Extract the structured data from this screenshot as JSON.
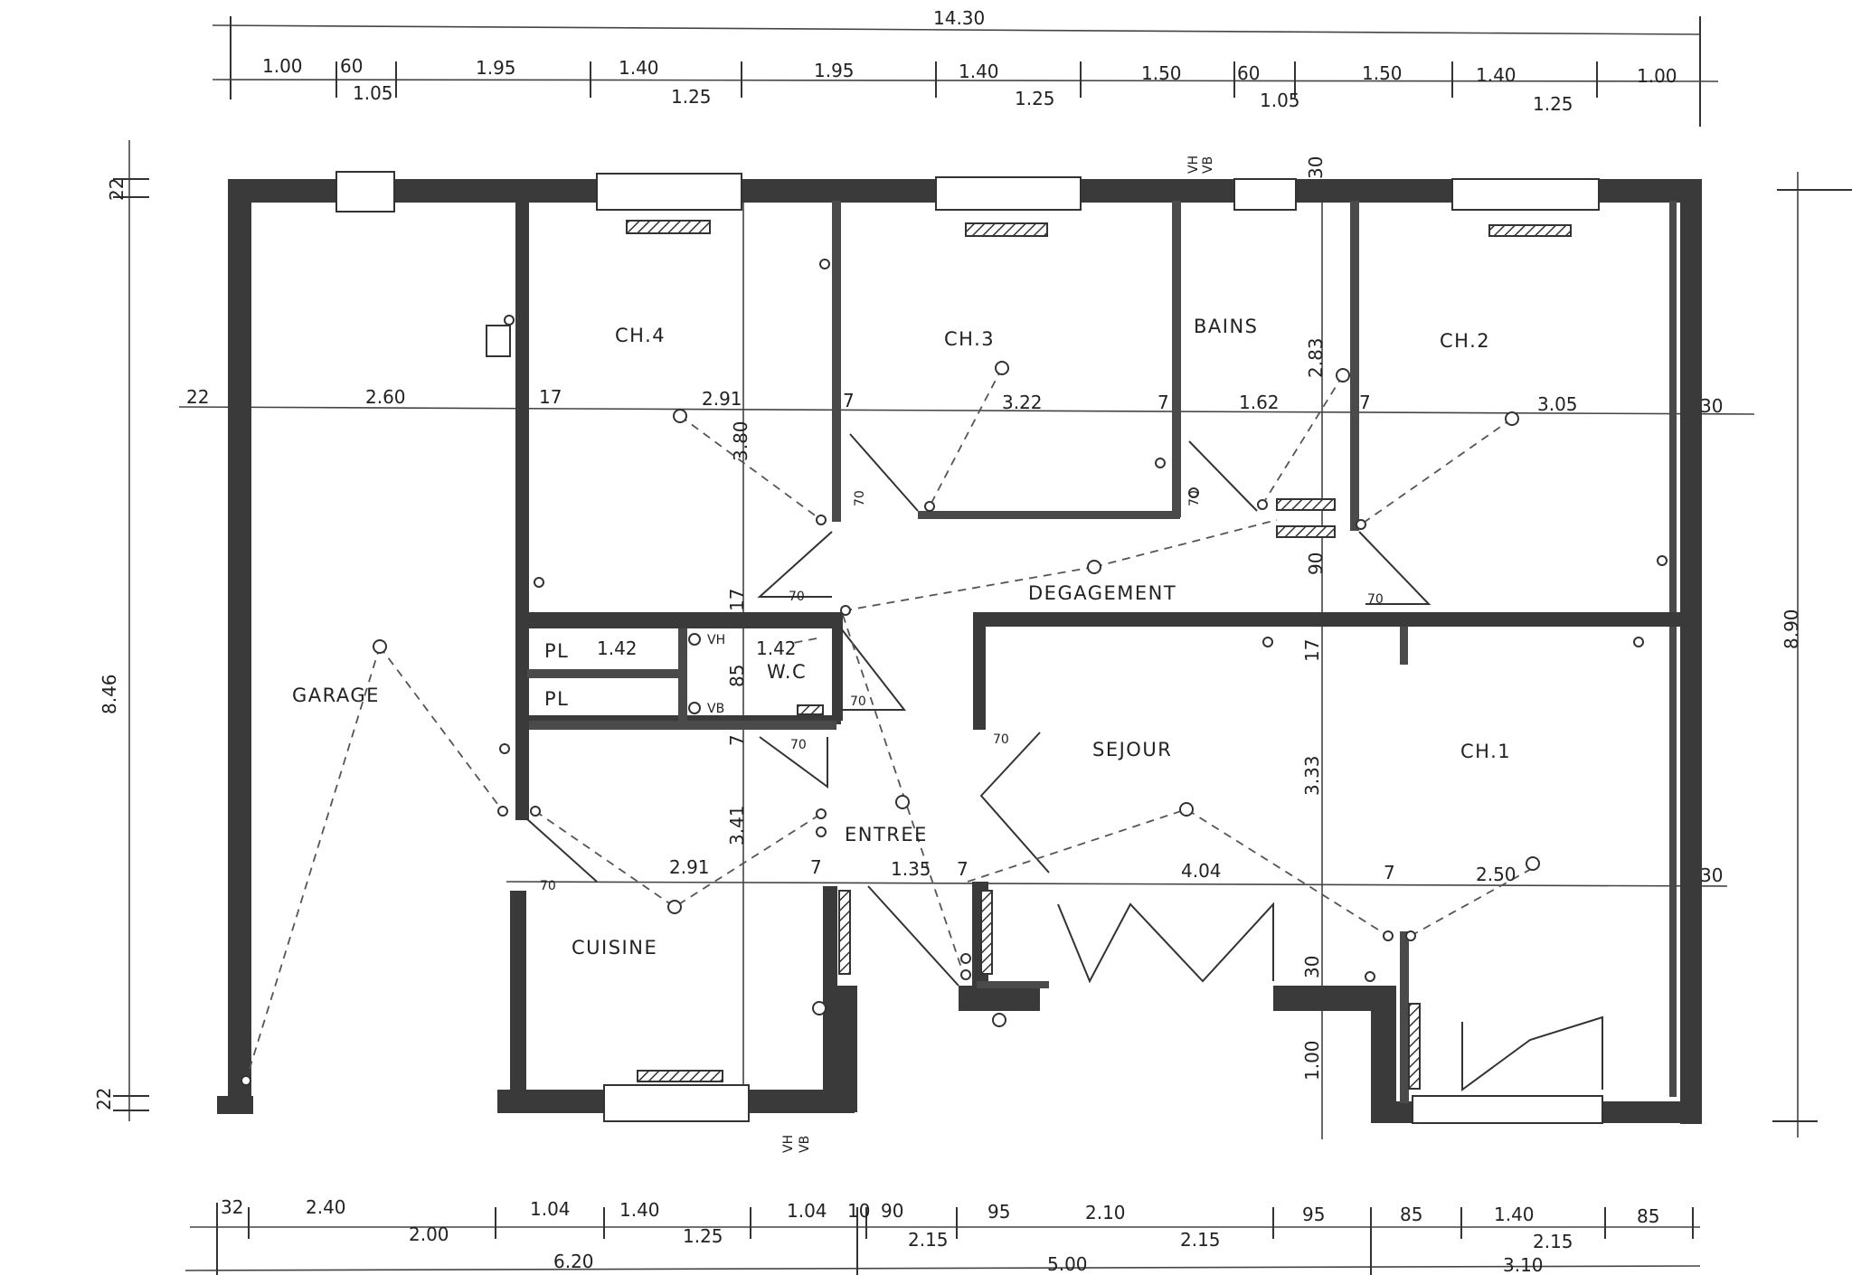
{
  "rooms": {
    "garage": "GARAGE",
    "ch4": "CH.4",
    "ch3": "CH.3",
    "bains": "BAINS",
    "ch2": "CH.2",
    "degagement": "DEGAGEMENT",
    "pl1": "PL",
    "pl2": "PL",
    "wc": "W.C",
    "sejour": "SEJOUR",
    "ch1": "CH.1",
    "entree": "ENTREE",
    "cuisine": "CUISINE"
  },
  "top_dims": {
    "overall": "14.30",
    "row1": [
      "1.00",
      "60",
      "1.95",
      "1.40",
      "1.95",
      "1.40",
      "1.50",
      "60",
      "1.50",
      "1.40",
      "1.00"
    ],
    "row2": [
      "1.05",
      "1.25",
      "1.25",
      "1.05",
      "1.25"
    ]
  },
  "bottom_dims": {
    "row1": [
      "32",
      "2.40",
      "1.04",
      "1.40",
      "1.04",
      "10",
      "90",
      "95",
      "2.10",
      "95",
      "85",
      "1.40",
      "85"
    ],
    "row2": [
      "2.00",
      "1.25",
      "2.15",
      "2.15",
      "2.15"
    ],
    "row3": [
      "6.20",
      "5.00",
      "3.10"
    ]
  },
  "side_dims": {
    "left_height": "8.46",
    "right_height": "8.90",
    "left_top": "22",
    "left_bottom": "22",
    "right_top": "30",
    "right_mid": "30"
  },
  "interior_dims": {
    "garage_width": "2.60",
    "left_wall": "22",
    "wall17": "17",
    "ch4_width": "2.91",
    "ch4_height": "3.80",
    "w7a": "7",
    "ch3_width": "3.22",
    "w7b": "7",
    "bains_width": "1.62",
    "bains_height": "2.83",
    "top30": "30",
    "w7c": "7",
    "ch2_width": "3.05",
    "d70a": "70",
    "d70b": "70",
    "d70c": "70",
    "d70d": "70",
    "d70e": "70",
    "d70f": "70",
    "d70g": "70",
    "d70h": "70",
    "d90": "90",
    "w17b": "17",
    "w17c": "17",
    "pl_width": "1.42",
    "wc_width": "1.42",
    "wc_height": "85",
    "w7d": "7",
    "cuisine_height": "3.41",
    "cuisine_width": "2.91",
    "w7e": "7",
    "entree_width": "1.35",
    "w7f": "7",
    "sejour_width": "4.04",
    "w7g": "7",
    "ch1_width": "2.50",
    "sejour_height": "3.33",
    "w30b": "30",
    "h100": "1.00",
    "vh_top": "VH",
    "vb_top": "VB",
    "vh_bot": "VH",
    "vb_bot": "VB",
    "vh_wc": "VH",
    "vb_wc": "VB"
  }
}
